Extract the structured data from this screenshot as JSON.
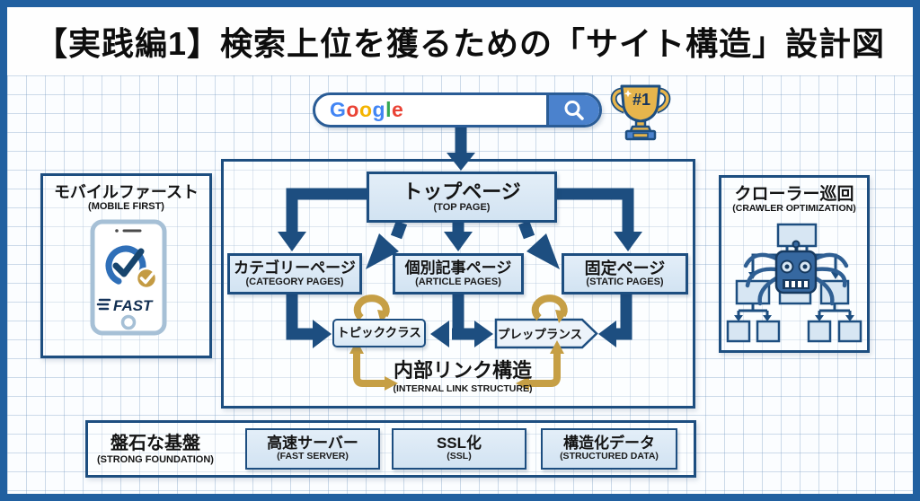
{
  "title": "【実践編1】検索上位を獲るための「サイト構造」設計図",
  "google": {
    "letters": [
      {
        "ch": "G",
        "color": "#4285F4"
      },
      {
        "ch": "o",
        "color": "#EA4335"
      },
      {
        "ch": "o",
        "color": "#F4B400"
      },
      {
        "ch": "g",
        "color": "#4285F4"
      },
      {
        "ch": "l",
        "color": "#34A853"
      },
      {
        "ch": "e",
        "color": "#EA4335"
      }
    ]
  },
  "trophy": {
    "rank_label": "#1"
  },
  "sitemap": {
    "top_page": {
      "title": "トップページ",
      "subtitle": "(TOP PAGE)"
    },
    "category": {
      "title": "カテゴリーページ",
      "subtitle": "(CATEGORY PAGES)"
    },
    "article": {
      "title": "個別記事ページ",
      "subtitle": "(ARTICLE PAGES)"
    },
    "static_page": {
      "title": "固定ページ",
      "subtitle": "(STATIC PAGES)"
    },
    "topic_cluster": {
      "label": "トピッククラス"
    },
    "prep_balance": {
      "label": "プレップランス"
    },
    "internal_link": {
      "title": "内部リンク構造",
      "subtitle": "(INTERNAL LINK STRUCTURE)"
    }
  },
  "mobile_first": {
    "title": "モバイルファースト",
    "subtitle": "(MOBILE FIRST)",
    "screen_label": "FAST"
  },
  "crawler": {
    "title": "クローラー巡回",
    "subtitle": "(CRAWLER OPTIMIZATION)"
  },
  "foundation": {
    "title": "盤石な基盤",
    "subtitle": "(STRONG FOUNDATION)",
    "items": [
      {
        "title": "高速サーバー",
        "subtitle": "(FAST SERVER)"
      },
      {
        "title": "SSL化",
        "subtitle": "(SSL)"
      },
      {
        "title": "構造化データ",
        "subtitle": "(STRUCTURED DATA)"
      }
    ]
  },
  "colors": {
    "frame_blue": "#2160a0",
    "navy": "#1d4e80",
    "gold": "#c69f45",
    "box_fill": "#d7e6f3",
    "google_button_blue": "#4b82cd",
    "trophy_gold": "#e7b54c"
  }
}
